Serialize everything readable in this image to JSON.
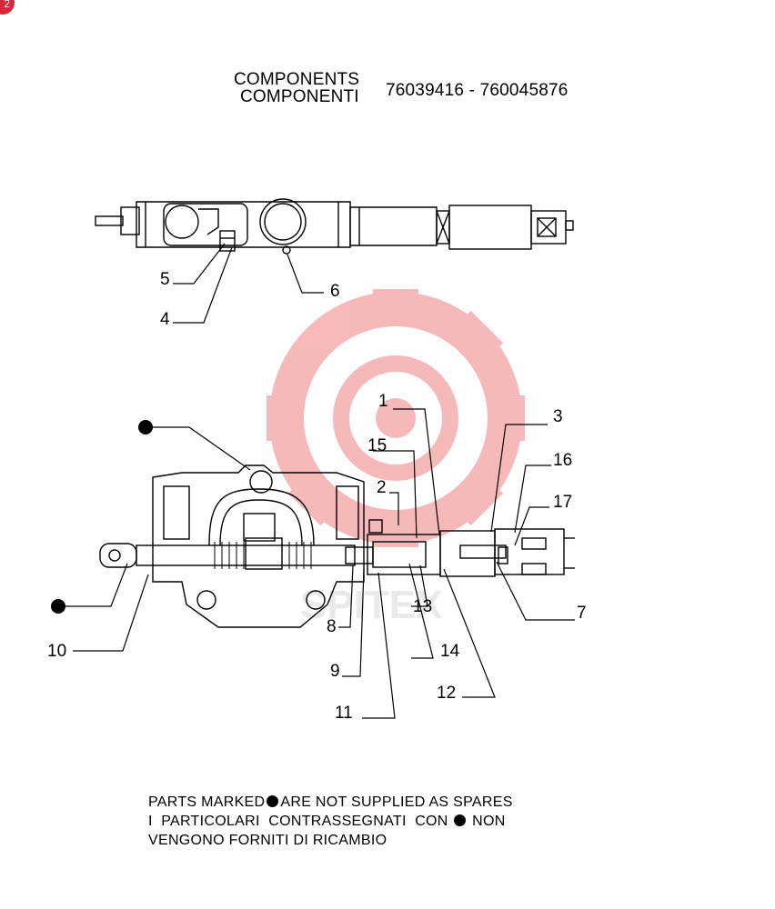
{
  "page_badge": "2",
  "title": {
    "line1": "COMPONENTS",
    "line2": "COMPONENTI",
    "part_numbers": "76039416 - 760045876"
  },
  "callouts": {
    "c1": "1",
    "c2": "2",
    "c3": "3",
    "c4": "4",
    "c5": "5",
    "c6": "6",
    "c7": "7",
    "c8": "8",
    "c9": "9",
    "c10": "10",
    "c11": "11",
    "c12": "12",
    "c13": "13",
    "c14": "14",
    "c15": "15",
    "c16": "16",
    "c17": "17"
  },
  "note": {
    "line1_a": "PARTS MARKED",
    "line1_b": "ARE NOT SUPPLIED AS SPARES",
    "line2_a": "I  PARTICOLARI  CONTRASSEGNATI  CON",
    "line2_b": "NON",
    "line3": "VENGONO FORNITI DI RICAMBIO"
  },
  "watermark_text": "SPITEX",
  "colors": {
    "line": "#000000",
    "watermark": "#f2a0a0",
    "badge": "#d9263a"
  }
}
